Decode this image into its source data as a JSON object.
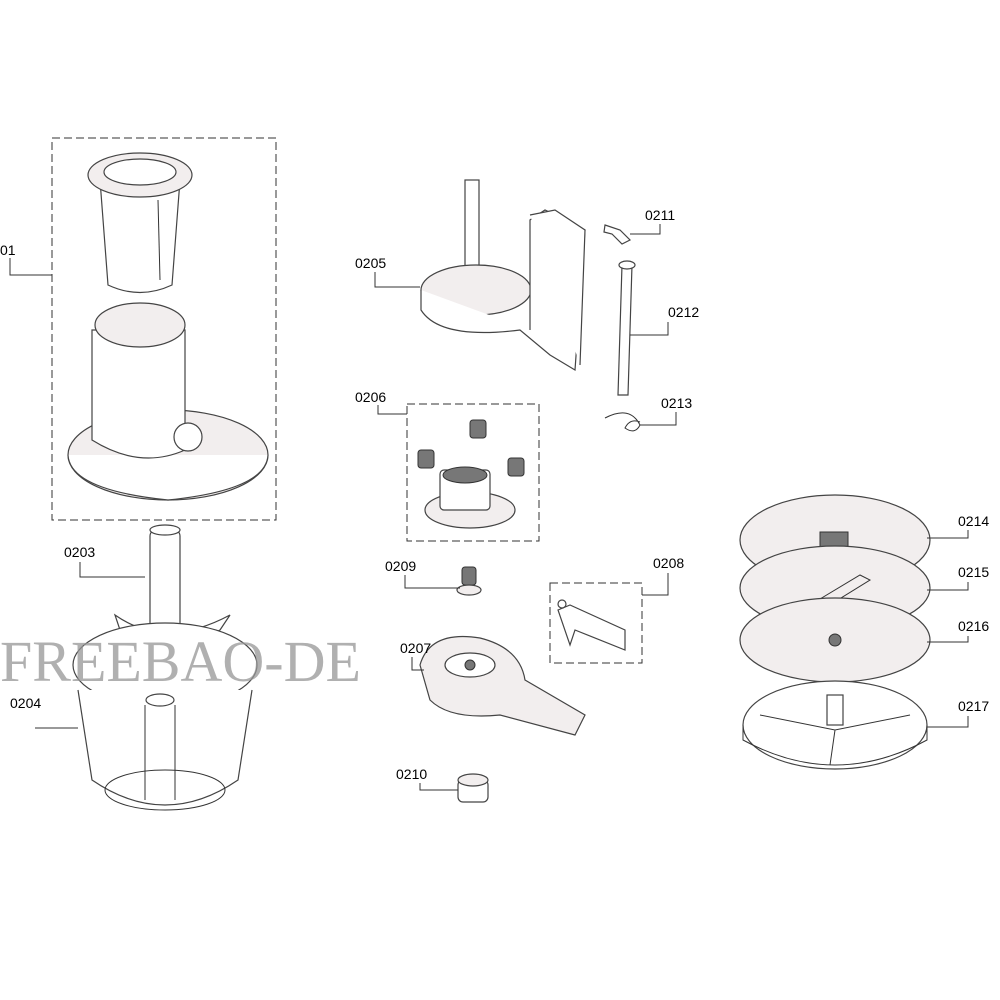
{
  "watermark": "FREEBAO-DE",
  "parts": {
    "p0201": "01",
    "p0203": "0203",
    "p0204": "0204",
    "p0205": "0205",
    "p0206": "0206",
    "p0207": "0207",
    "p0208": "0208",
    "p0209": "0209",
    "p0210": "0210",
    "p0211": "0211",
    "p0212": "0212",
    "p0213": "0213",
    "p0214": "0214",
    "p0215": "0215",
    "p0216": "0216",
    "p0217": "0217"
  }
}
